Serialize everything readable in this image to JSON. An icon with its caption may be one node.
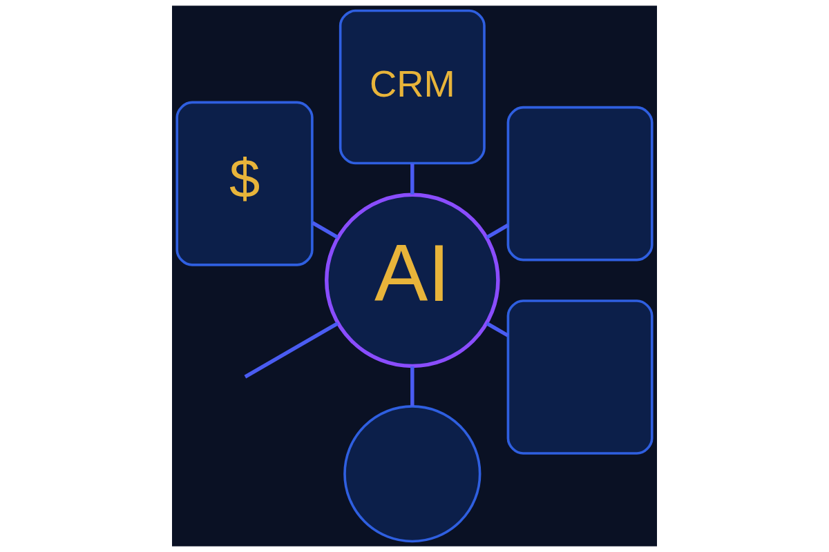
{
  "diagram": {
    "nodes": [
      {
        "text": [
          "CRM"
        ]
      },
      {
        "text": [
          "$"
        ]
      },
      {
        "text": [],
        "shape": "box"
      },
      {
        "text": [
          "AI"
        ]
      },
      {
        "text": [],
        "shape": "circle"
      },
      {
        "text": [],
        "shape": "box"
      }
    ],
    "edges": [
      {
        "from": 3,
        "to": 2,
        "arrow": "none"
      },
      {
        "from": 3,
        "to": 0,
        "arrow": "none"
      },
      {
        "from": 3,
        "to": 1,
        "arrow": "none"
      },
      {
        "from": 3,
        "to": null,
        "arrow": "none"
      },
      {
        "from": 3,
        "to": 4,
        "arrow": "none"
      },
      {
        "from": 3,
        "to": 5,
        "arrow": "none"
      }
    ]
  }
}
